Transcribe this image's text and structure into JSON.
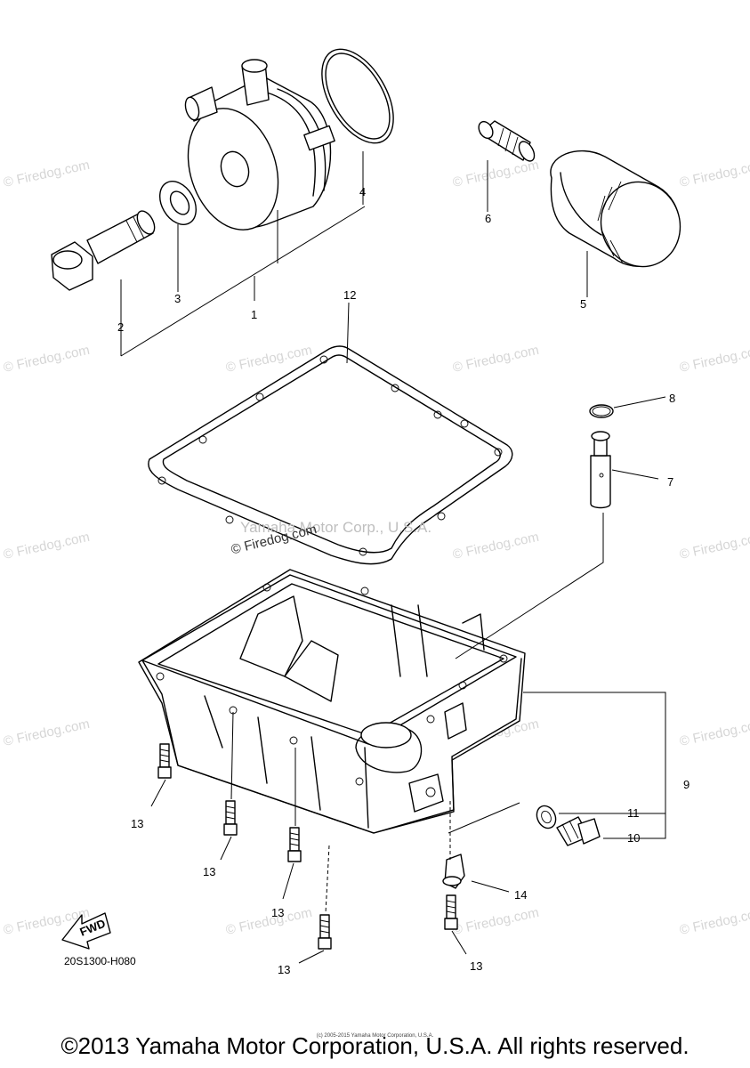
{
  "diagram": {
    "part_code": "20S1300-H080",
    "fwd_label": "FWD",
    "center_watermark": "Yamaha Motor Corp., U.S.A.",
    "center_firedog": "© Firedog.com",
    "watermark_text": "© Firedog.com",
    "callouts": {
      "c1": "1",
      "c2": "2",
      "c3": "3",
      "c4": "4",
      "c5": "5",
      "c6": "6",
      "c7": "7",
      "c8": "8",
      "c9": "9",
      "c10": "10",
      "c11": "11",
      "c12": "12",
      "c13a": "13",
      "c13b": "13",
      "c13c": "13",
      "c13d": "13",
      "c13e": "13",
      "c14": "14"
    }
  },
  "footer": {
    "copyright": "©2013 Yamaha Motor Corporation, U.S.A. All rights reserved.",
    "tiny_copyright": "(c) 2005-2015 Yamaha Motor Corporation, U.S.A."
  }
}
